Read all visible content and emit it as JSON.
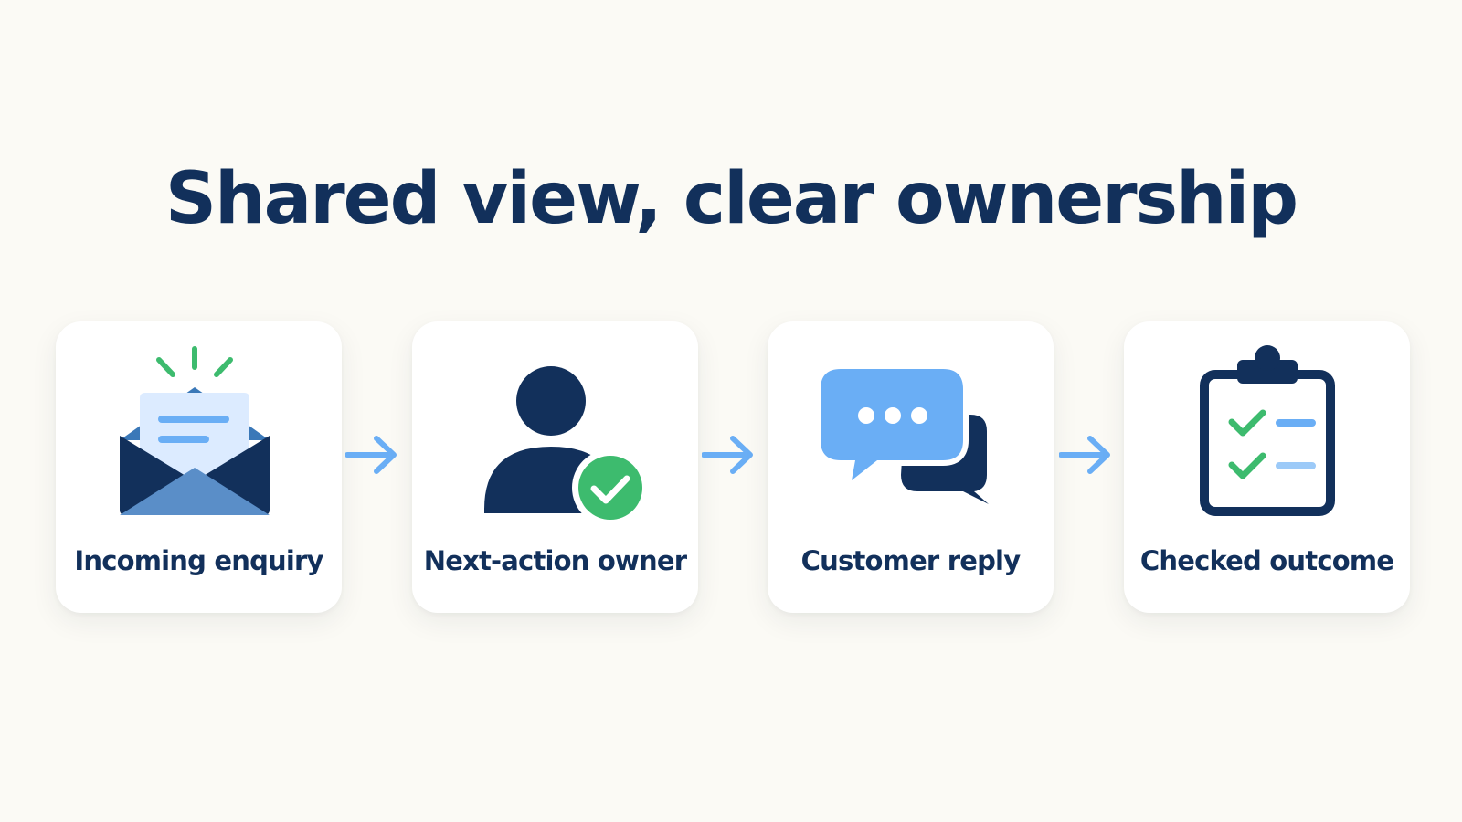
{
  "title": "Shared view, clear ownership",
  "colors": {
    "navy": "#12305b",
    "blue": "#6aaef5",
    "green": "#3dbb6e",
    "background": "#fbfaf5"
  },
  "steps": [
    {
      "label": "Incoming enquiry",
      "icon": "open-envelope-icon"
    },
    {
      "label": "Next-action owner",
      "icon": "person-check-icon"
    },
    {
      "label": "Customer reply",
      "icon": "chat-bubbles-icon"
    },
    {
      "label": "Checked outcome",
      "icon": "checklist-clipboard-icon"
    }
  ]
}
